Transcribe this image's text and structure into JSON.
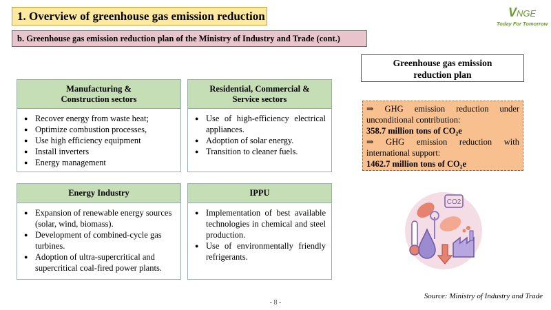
{
  "header": {
    "title": "1. Overview of greenhouse gas emission reduction",
    "subtitle": "b. Greenhouse gas emission reduction plan of the Ministry of Industry and Trade (cont.)"
  },
  "logo": {
    "mark_v": "V",
    "mark_rest": "NGE",
    "tagline": "Today For Tomorrow"
  },
  "sectors": [
    {
      "title_line1": "Manufacturing &",
      "title_line2": "Construction sectors",
      "items": [
        "Recover energy from waste heat;",
        "Optimize combustion processes,",
        "Use high efficiency equipment",
        "Install inverters",
        "Energy management"
      ]
    },
    {
      "title_line1": "Residential, Commercial &",
      "title_line2": "Service sectors",
      "items": [
        "Use of high-efficiency electrical appliances.",
        "Adoption of solar energy.",
        "Transition to cleaner fuels."
      ]
    },
    {
      "title_line1": "Energy Industry",
      "items": [
        "Expansion of renewable energy sources (solar, wind, biomass).",
        "Development of combined-cycle gas turbines.",
        "Adoption of ultra-supercritical and supercritical coal-fired power plants."
      ]
    },
    {
      "title_line1": "IPPU",
      "items": [
        "Implementation of best available technologies in chemical and steel production.",
        "Use of environmentally friendly refrigerants."
      ]
    }
  ],
  "plan": {
    "title_line1": "Greenhouse gas emission",
    "title_line2": "reduction plan",
    "line1": "⇒ GHG emission reduction under unconditional contribution:",
    "value1": "358.7 million tons of CO₂e",
    "line2": "⇒ GHG emission reduction with international support:",
    "value2": "1462.7 million tons of CO₂e"
  },
  "illustration": {
    "co2_label": "CO2",
    "icon": "co2-emission-illustration"
  },
  "footer": {
    "source": "Source: Ministry of Industry and Trade",
    "page": "- 8 -"
  },
  "colors": {
    "title_bg": "#fde9a0",
    "subtitle_bg": "#e8c4cc",
    "card_header_bg": "#c5deb5",
    "plan_box_bg": "#f7c08e",
    "logo_green": "#6a9b2f"
  }
}
